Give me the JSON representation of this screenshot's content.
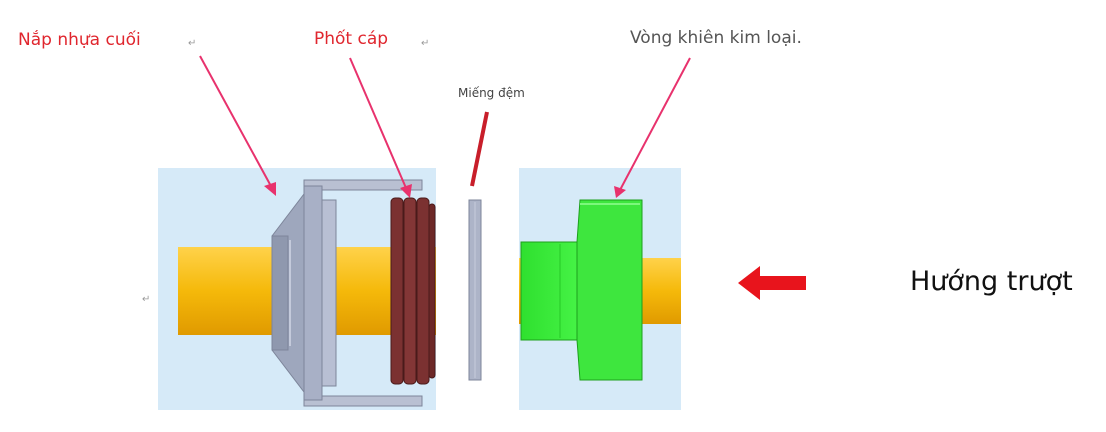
{
  "labels": {
    "end_cap": "Nắp nhựa cuối",
    "cable_seal": "Phốt cáp",
    "gasket": "Miếng đệm",
    "shield_ring": "Vòng khiên kim loại.",
    "slide_direction": "Hướng trượt"
  },
  "icons": {
    "paragraph_mark": "↵"
  },
  "colors": {
    "callout": "#e8326d",
    "arrow": "#e8141c",
    "cable": "#f5b90a",
    "panel": "#d6eaf8",
    "end_cap": "#a7afc4",
    "seal": "#7b3131",
    "shield_ring": "#34ec34"
  }
}
